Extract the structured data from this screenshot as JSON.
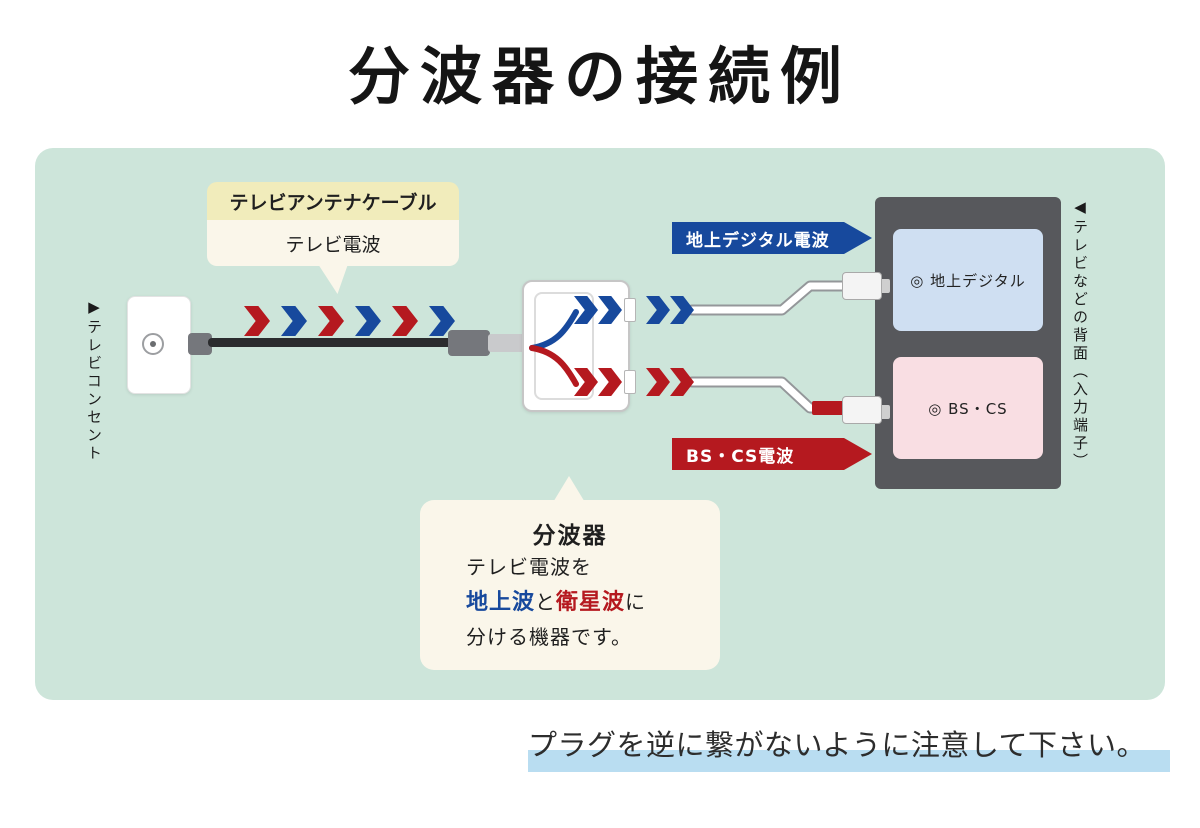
{
  "title": "分波器の接続例",
  "labels": {
    "outlet_vertical": "▶テレビコンセント",
    "tv_back_vertical": "◀テレビなどの背面（入力端子）",
    "antenna_cable": "テレビアンテナケーブル",
    "tv_signal": "テレビ電波"
  },
  "banners": {
    "terrestrial": "地上デジタル電波",
    "satellite": "BS・CS電波"
  },
  "tv_panel": {
    "terrestrial_port": "◎ 地上デジタル",
    "satellite_port": "◎ BS・CS"
  },
  "splitter_bubble": {
    "title": "分波器",
    "line1": "テレビ電波を",
    "terrestrial_word": "地上波",
    "conj": "と",
    "satellite_word": "衛星波",
    "particle": "に",
    "line3": "分ける機器です。"
  },
  "footer": {
    "note": "プラグを逆に繋がないように注意して下さい。"
  },
  "icons": {
    "signal_chevron": "chevron-right-arrow",
    "outlet_port": "coax-socket-circle",
    "flow_split": "blue-up-red-down-curves"
  },
  "colors": {
    "blue": "#17499d",
    "red": "#b5191f",
    "mint": "#cde5da",
    "cream": "#faf6ea",
    "yellow": "#f1ecbb",
    "tv_gray": "#57585c",
    "port_blue": "#cfdff2",
    "port_pink": "#f9dee3",
    "highlight_blue": "#b9ddf1",
    "cable_black": "#2b2c2e",
    "plug_gray": "#75777c"
  }
}
